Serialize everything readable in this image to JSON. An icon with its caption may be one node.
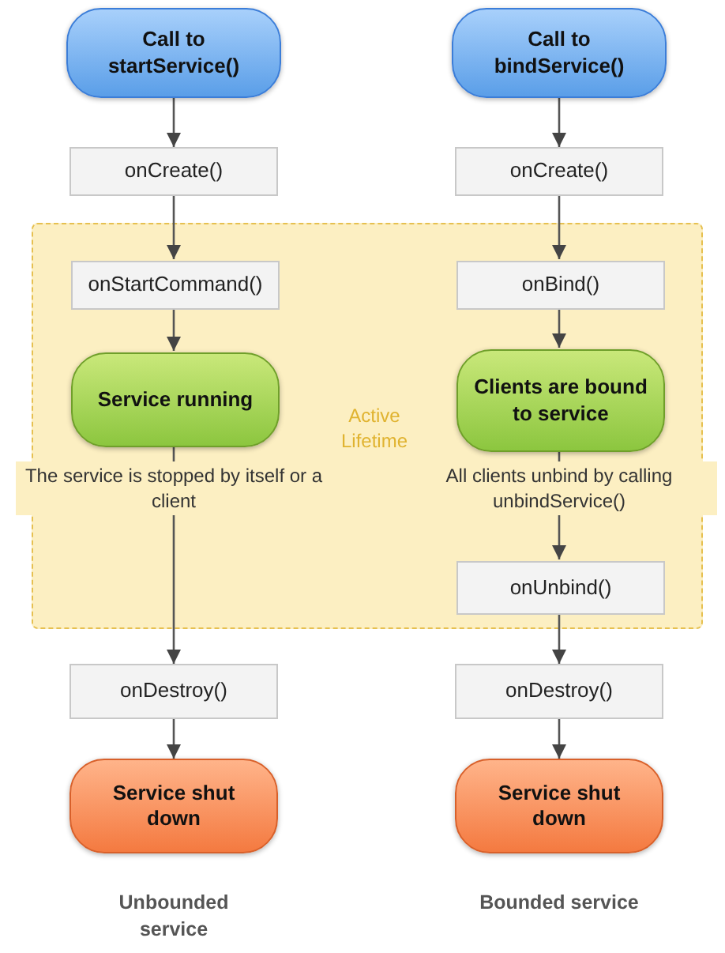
{
  "diagram": {
    "nodes": [
      {
        "text": [
          "Call to startService()"
        ]
      },
      {
        "text": [
          "Call to bindService()"
        ]
      },
      {
        "text": [
          "onCreate()"
        ]
      },
      {
        "text": [
          "onCreate()"
        ]
      },
      {
        "text": [
          "Active Lifetime"
        ]
      },
      {
        "text": [
          "onStartCommand()"
        ],
        "in": 4
      },
      {
        "text": [
          "onBind()"
        ],
        "in": 4
      },
      {
        "text": [
          "Service running"
        ],
        "in": 4
      },
      {
        "text": [
          "Clients are bound to service"
        ],
        "in": 4
      },
      {
        "text": [
          "onUnbind()"
        ],
        "in": 4
      },
      {
        "text": [
          "onDestroy()"
        ]
      },
      {
        "text": [
          "onDestroy()"
        ]
      },
      {
        "text": [
          "Service shut down"
        ]
      },
      {
        "text": [
          "Service shut down"
        ]
      }
    ],
    "edges": [
      {
        "from": 0,
        "to": 2,
        "arrow": "to"
      },
      {
        "from": 2,
        "to": 5,
        "arrow": "to"
      },
      {
        "from": 5,
        "to": 7,
        "arrow": "to"
      },
      {
        "from": 7,
        "to": 10,
        "arrow": "to",
        "label": "The service is stopped by itself or a client"
      },
      {
        "from": 10,
        "to": 12,
        "arrow": "to"
      },
      {
        "from": 1,
        "to": 3,
        "arrow": "to"
      },
      {
        "from": 3,
        "to": 6,
        "arrow": "to"
      },
      {
        "from": 6,
        "to": 8,
        "arrow": "to"
      },
      {
        "from": 8,
        "to": 9,
        "arrow": "to",
        "label": "All clients unbind by calling unbindService()"
      },
      {
        "from": 9,
        "to": 11,
        "arrow": "to"
      },
      {
        "from": 11,
        "to": 13,
        "arrow": "to"
      }
    ],
    "labels": [
      "Unbounded service",
      "Bounded service"
    ]
  }
}
